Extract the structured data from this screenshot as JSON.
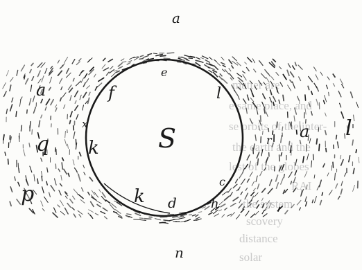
{
  "figure": {
    "center_label": "S",
    "edge_labels": {
      "top": "a",
      "bottom": "n",
      "upper_left": "a",
      "left": "q",
      "lower_left": "p",
      "right_outer": "l",
      "right_inner": "a",
      "right_near": "r"
    },
    "circle_labels": {
      "top": "e",
      "upper_left": "f",
      "upper_right": "l",
      "left": "k",
      "lower_left": "k",
      "bottom": "d",
      "lower_right_a": "c",
      "lower_right_b": "h",
      "far_left": "x"
    },
    "colors": {
      "ink": "#1a1a1a",
      "paper": "#fcfcfa",
      "bleed": "#c9c9c9"
    }
  },
  "background_text": [
    "matter are",
    "e same place, and",
    "se orbits of the inter-",
    "the earth and the",
    "lest of the globes",
    "RAI",
    "the system",
    "scovery",
    "distance",
    "solar"
  ]
}
